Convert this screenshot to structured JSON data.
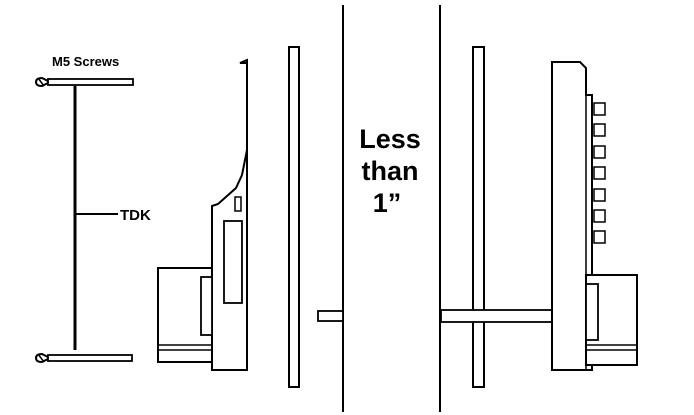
{
  "labels": {
    "screws": "M5 Screws",
    "tdk": "TDK",
    "gap_line1": "Less",
    "gap_line2": "than",
    "gap_line3": "1”"
  },
  "colors": {
    "ink": "#000000",
    "paper": "#ffffff"
  }
}
